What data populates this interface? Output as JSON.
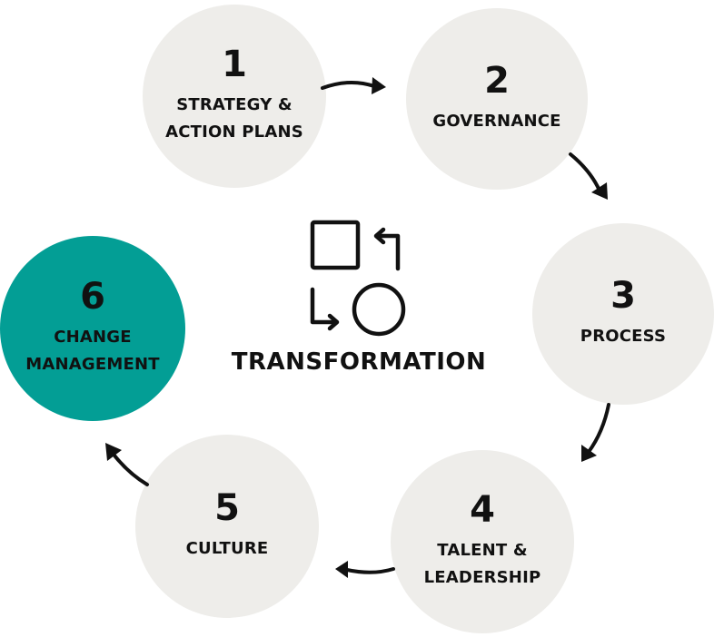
{
  "colors": {
    "node_fill": "#eeedea",
    "highlight_fill": "#039e95",
    "stroke": "#111111"
  },
  "center": {
    "title": "TRANSFORMATION",
    "icon": "transformation-icon"
  },
  "steps": [
    {
      "number": "1",
      "label_line1": "STRATEGY &",
      "label_line2": "ACTION PLANS",
      "highlight": false
    },
    {
      "number": "2",
      "label_line1": "GOVERNANCE",
      "label_line2": "",
      "highlight": false
    },
    {
      "number": "3",
      "label_line1": "PROCESS",
      "label_line2": "",
      "highlight": false
    },
    {
      "number": "4",
      "label_line1": "TALENT &",
      "label_line2": "LEADERSHIP",
      "highlight": false
    },
    {
      "number": "5",
      "label_line1": "CULTURE",
      "label_line2": "",
      "highlight": false
    },
    {
      "number": "6",
      "label_line1": "CHANGE",
      "label_line2": "MANAGEMENT",
      "highlight": true
    }
  ]
}
